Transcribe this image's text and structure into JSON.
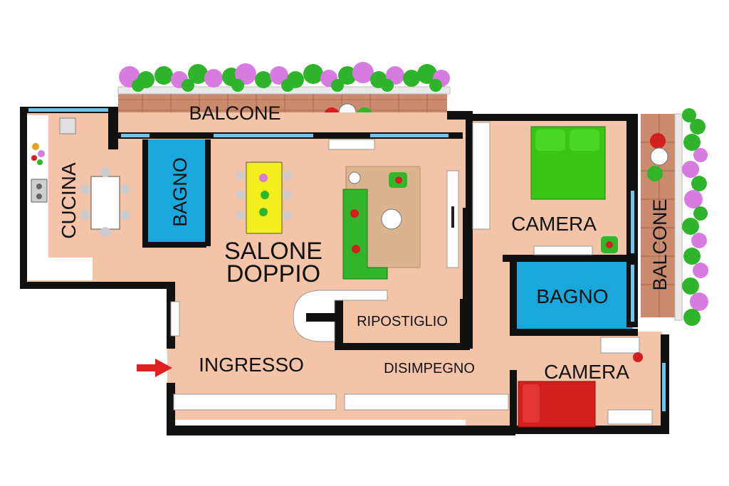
{
  "rooms": {
    "balcone_top": "BALCONE",
    "balcone_right": "BALCONE",
    "cucina": "CUCINA",
    "bagno_left": "BAGNO",
    "salone_line1": "SALONE",
    "salone_line2": "DOPPIO",
    "camera_top": "CAMERA",
    "bagno_right": "BAGNO",
    "ripostiglio": "RIPOSTIGLIO",
    "ingresso": "INGRESSO",
    "disimpegno": "DISIMPEGNO",
    "camera_bottom": "CAMERA"
  },
  "colors": {
    "floor": "#f3c4a8",
    "wall": "#111111",
    "balcony_deck": "#c98a6d",
    "bath": "#1aa7dc",
    "window": "#6fc6ea",
    "plant_leaf": "#2fb52c",
    "plant_flower": "#d77be0",
    "bed_green": "#39c416",
    "bed_red": "#d41f1f",
    "table_yellow": "#f4ee1c",
    "sofa_green": "#33b52a",
    "arrow_red": "#e02020"
  },
  "icons": {
    "entrance": "entrance-arrow-icon"
  }
}
